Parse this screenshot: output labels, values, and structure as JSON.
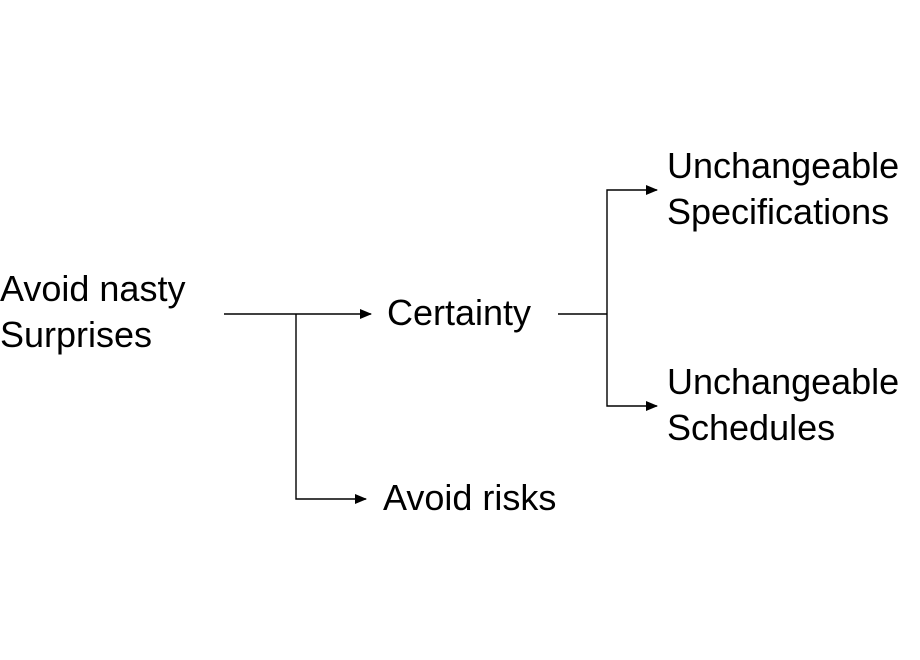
{
  "nodes": {
    "root": {
      "line1": "Avoid nasty",
      "line2": "Surprises"
    },
    "certainty": {
      "label": "Certainty"
    },
    "avoid_risks": {
      "label": "Avoid risks"
    },
    "specifications": {
      "line1": "Unchangeable",
      "line2": "Specifications"
    },
    "schedules": {
      "line1": "Unchangeable",
      "line2": "Schedules"
    }
  },
  "edges": [
    {
      "from": "root",
      "to": "certainty"
    },
    {
      "from": "root",
      "to": "avoid_risks"
    },
    {
      "from": "certainty",
      "to": "specifications"
    },
    {
      "from": "certainty",
      "to": "schedules"
    }
  ],
  "colors": {
    "line": "#000000",
    "text": "#000000",
    "background": "#ffffff"
  }
}
